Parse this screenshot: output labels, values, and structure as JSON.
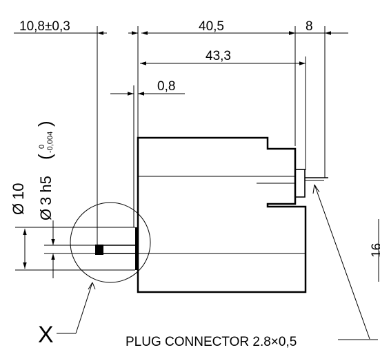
{
  "drawing": {
    "dimensions": {
      "flange_offset": "10,8±0,3",
      "body_length": "40,5",
      "connector_length": "8",
      "overall_length": "43,3",
      "flange_thickness": "0,8"
    },
    "diameters": {
      "outer_symbol": "Ø",
      "outer_value": "10",
      "shaft_symbol": "Ø",
      "shaft_value": "3 h5",
      "tolerance_upper": "0",
      "tolerance_lower": "-0,004"
    },
    "right_edge_label": "16",
    "detail_label": "X",
    "connector_callout": "PLUG CONNECTOR 2.8×0,5"
  }
}
